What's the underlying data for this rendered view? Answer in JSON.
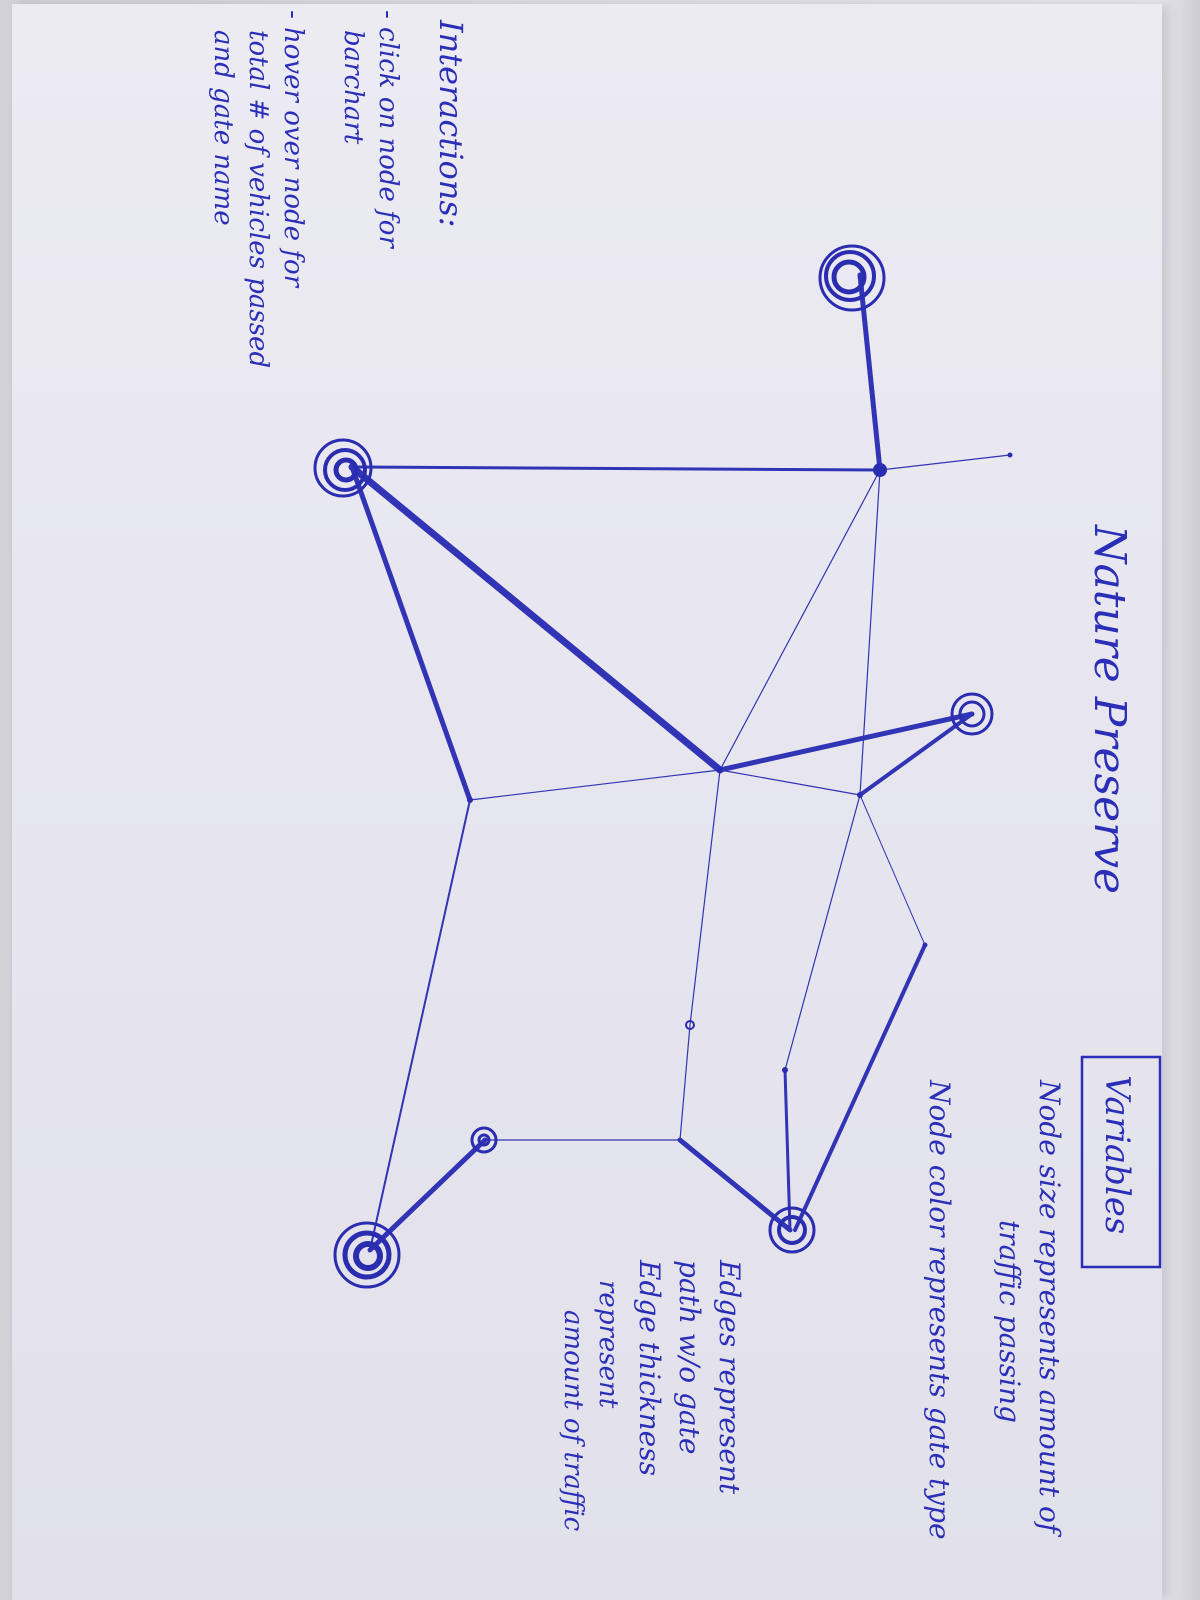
{
  "colors": {
    "ink": "#2b2fb8",
    "paper": "#e8e7f0"
  },
  "title": "Nature Preserve",
  "variables": {
    "heading": "Variables",
    "lines": [
      "Node size represents amount of",
      "traffic passing",
      "Node color represents gate type",
      "Edges represent",
      "path w/o gate",
      "Edge thickness",
      "represent",
      "amount of traffic"
    ]
  },
  "interactions": {
    "heading": "Interactions:",
    "lines": [
      "- click on node for",
      "barchart",
      "- hover over node for",
      "total # of vehicles passed",
      "and gate name"
    ]
  }
}
